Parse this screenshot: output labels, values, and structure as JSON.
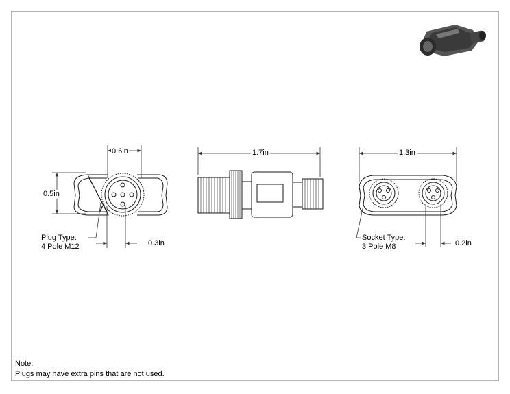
{
  "dimensions": {
    "plug_face_width": "0.6in",
    "plug_height": "0.5in",
    "plug_diameter": "0.3in",
    "overall_length": "1.7in",
    "socket_width": "1.3in",
    "socket_diameter": "0.2in"
  },
  "callouts": {
    "plug_type_label": "Plug Type:",
    "plug_type_value": "4 Pole M12",
    "socket_type_label": "Socket Type:",
    "socket_type_value": "3 Pole M8"
  },
  "note": {
    "heading": "Note:",
    "text": "Plugs may have extra pins that are not used."
  },
  "colors": {
    "line": "#1a1a1a",
    "dimension": "#333333",
    "border": "#b5b5b5",
    "thumbnail_body": "#3a3a3a"
  },
  "icons": {
    "thumbnail": "product-render-icon"
  }
}
